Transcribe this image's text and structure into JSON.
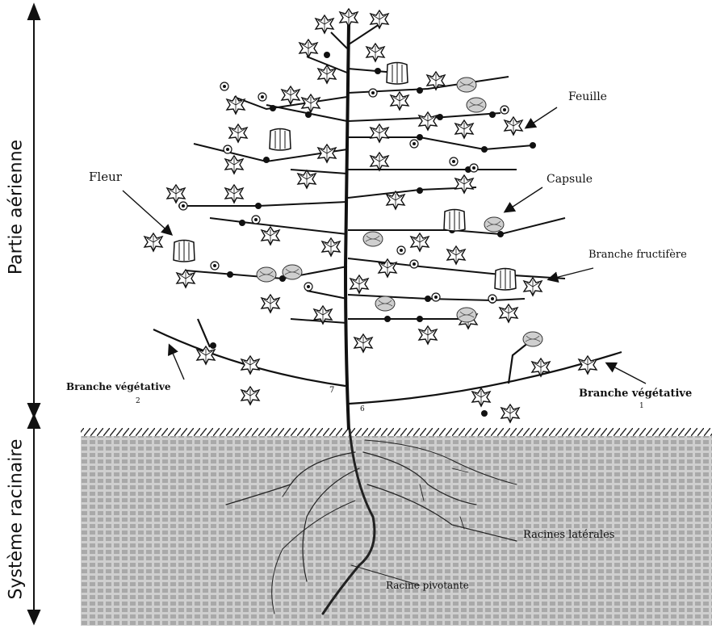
{
  "sections": {
    "aerial": "Partie aérienne",
    "root": "Système racinaire"
  },
  "labels": {
    "leaf": "Feuille",
    "flower": "Fleur",
    "capsule": "Capsule",
    "fruiting_branch": "Branche fructifère",
    "vegetative_branch_left": "Branche végétative",
    "vegetative_branch_left_num": "2",
    "vegetative_branch_right": "Branche végétative",
    "vegetative_branch_right_num": "1",
    "lateral_roots": "Racines latérales",
    "taproot": "Racine pivotante",
    "node_7": "7",
    "node_6": "6"
  },
  "colors": {
    "ink": "#111111",
    "soil": "#bdbdbd"
  }
}
